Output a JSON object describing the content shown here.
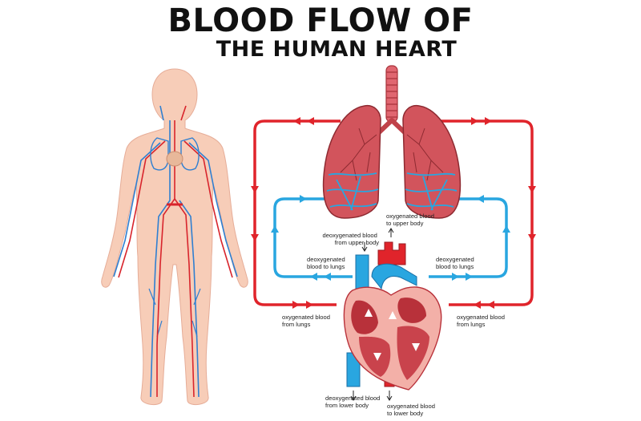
{
  "title": {
    "line1": "BLOOD FLOW OF",
    "line2": "THE HUMAN HEART"
  },
  "labels": {
    "deoxy_upper": [
      "deoxygenated blood",
      "from upper body"
    ],
    "oxy_upper": [
      "oxygenated blood",
      "to upper body"
    ],
    "deoxy_to_lungs_left": [
      "deoxygenated",
      "blood to lungs"
    ],
    "deoxy_to_lungs_right": [
      "deoxygenated",
      "blood to lungs"
    ],
    "oxy_from_lungs_left": [
      "oxygenated blood",
      "from lungs"
    ],
    "oxy_from_lungs_right": [
      "oxygenated blood",
      "from lungs"
    ],
    "deoxy_lower": [
      "deoxygenated blood",
      "from lower body"
    ],
    "oxy_lower": [
      "oxygenated blood",
      "to lower body"
    ]
  },
  "colors": {
    "oxygenated": "#e0242b",
    "deoxygenated": "#29a6e0",
    "skin": "#f7cdb8",
    "lung": "#c9434c",
    "heart_wall": "#f3b0a8",
    "heart_inner": "#b8313a"
  }
}
